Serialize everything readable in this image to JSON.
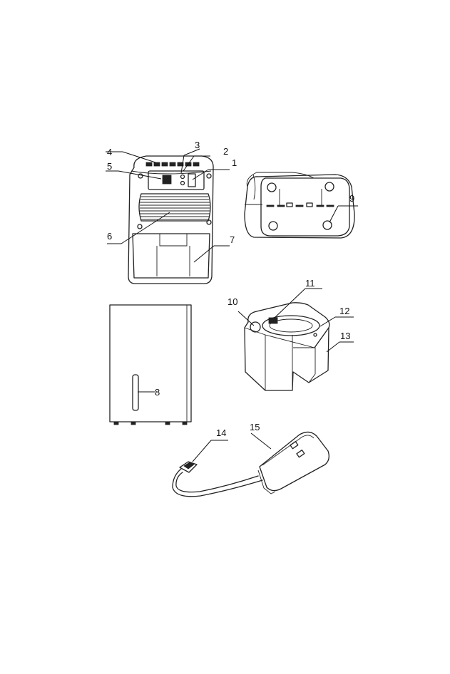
{
  "callouts": [
    {
      "id": "1",
      "label": "1"
    },
    {
      "id": "2",
      "label": "2"
    },
    {
      "id": "3",
      "label": "3"
    },
    {
      "id": "4",
      "label": "4"
    },
    {
      "id": "5",
      "label": "5"
    },
    {
      "id": "6",
      "label": "6"
    },
    {
      "id": "7",
      "label": "7"
    },
    {
      "id": "8",
      "label": "8"
    },
    {
      "id": "9",
      "label": "9"
    },
    {
      "id": "10",
      "label": "10"
    },
    {
      "id": "11",
      "label": "11"
    },
    {
      "id": "12",
      "label": "12"
    },
    {
      "id": "13",
      "label": "13"
    },
    {
      "id": "14",
      "label": "14"
    },
    {
      "id": "15",
      "label": "15"
    }
  ],
  "colors": {
    "line": "#222222",
    "background": "#ffffff"
  }
}
